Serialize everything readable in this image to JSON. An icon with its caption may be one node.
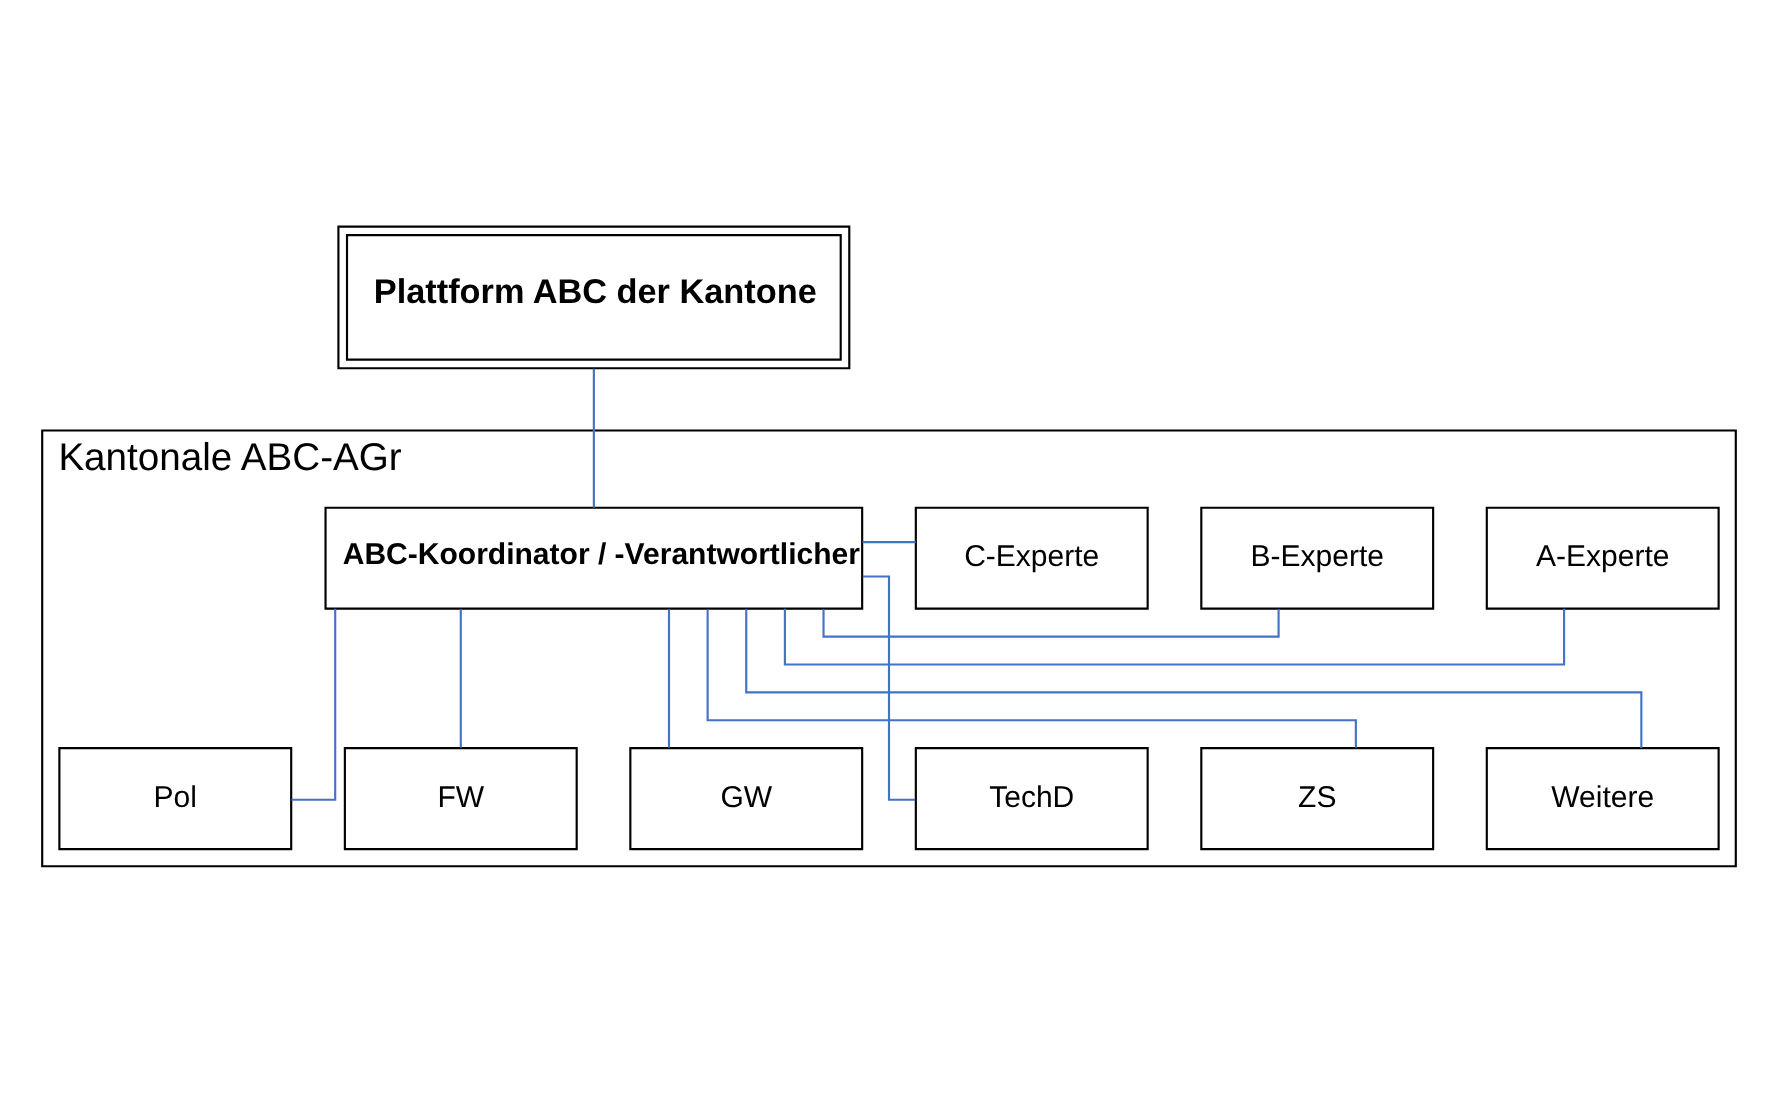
{
  "diagram": {
    "nodes": [
      {
        "text": [
          "Plattform ABC der Kantone"
        ]
      },
      {
        "text": [
          "Kantonale ABC-AGr"
        ]
      },
      {
        "text": [
          "ABC-Koordinator / -Verantwortlicher"
        ],
        "in": 1
      },
      {
        "text": [
          "A-Experte"
        ],
        "in": 1
      },
      {
        "text": [
          "B-Experte"
        ],
        "in": 1
      },
      {
        "text": [
          "C-Experte"
        ],
        "in": 1
      },
      {
        "text": [
          "Pol"
        ],
        "in": 1
      },
      {
        "text": [
          "FW"
        ],
        "in": 1
      },
      {
        "text": [
          "GW"
        ],
        "in": 1
      },
      {
        "text": [
          "TechD"
        ],
        "in": 1
      },
      {
        "text": [
          "ZS"
        ],
        "in": 1
      },
      {
        "text": [
          "Weitere"
        ],
        "in": 1
      }
    ],
    "edges": [
      {
        "from": 0,
        "to": 2,
        "arrow": "none"
      },
      {
        "from": 2,
        "to": 3,
        "arrow": "none"
      },
      {
        "from": 2,
        "to": 4,
        "arrow": "none"
      },
      {
        "from": 2,
        "to": 5,
        "arrow": "none"
      },
      {
        "from": 2,
        "to": 6,
        "arrow": "none"
      },
      {
        "from": 2,
        "to": 7,
        "arrow": "none"
      },
      {
        "from": 2,
        "to": 8,
        "arrow": "none"
      },
      {
        "from": 2,
        "to": 9,
        "arrow": "none"
      },
      {
        "from": 2,
        "to": 10,
        "arrow": "none"
      },
      {
        "from": 2,
        "to": 11,
        "arrow": "none"
      }
    ]
  }
}
